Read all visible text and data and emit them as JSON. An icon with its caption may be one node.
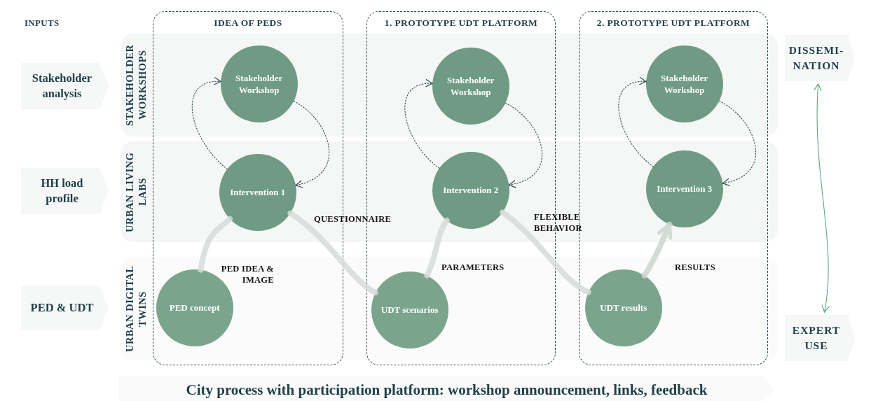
{
  "diagram": {
    "nodes": [
      {
        "text": [
          "Stakeholder analysis"
        ]
      },
      {
        "text": [
          "HH load profile"
        ]
      },
      {
        "text": [
          "PED & UDT"
        ]
      },
      {
        "text": [
          "STAKEHOLDER WORKSHOPS"
        ]
      },
      {
        "text": [
          "URBAN LIVING LABS"
        ]
      },
      {
        "text": [
          "URBAN DIGITAL TWINS"
        ]
      },
      {
        "text": [
          "IDEA OF PEDS"
        ]
      },
      {
        "text": [
          "1. PROTOTYPE UDT PLATFORM"
        ]
      },
      {
        "text": [
          "2. PROTOTYPE UDT PLATFORM"
        ]
      },
      {
        "text": [
          "Stakeholder Workshop"
        ],
        "in": 6
      },
      {
        "text": [
          "Intervention 1"
        ],
        "in": 6
      },
      {
        "text": [
          "PED concept"
        ],
        "in": 6
      },
      {
        "text": [
          "Stakeholder Workshop"
        ],
        "in": 7
      },
      {
        "text": [
          "Intervention 2"
        ],
        "in": 7
      },
      {
        "text": [
          "UDT scenarios"
        ],
        "in": 7
      },
      {
        "text": [
          "Stakeholder Workshop"
        ],
        "in": 8
      },
      {
        "text": [
          "Intervention 3"
        ],
        "in": 8
      },
      {
        "text": [
          "UDT results"
        ],
        "in": 8
      },
      {
        "text": [
          "DISSEMI- NATION"
        ]
      },
      {
        "text": [
          "EXPERT USE"
        ]
      },
      {
        "text": [
          "City process with participation platform: workshop announcement, links, feedback"
        ]
      }
    ],
    "edges": [
      {
        "from": 10,
        "to": 9,
        "arrow": "to",
        "style": "dashed"
      },
      {
        "from": 9,
        "to": 10,
        "arrow": "to",
        "style": "dashed"
      },
      {
        "from": 13,
        "to": 12,
        "arrow": "to",
        "style": "dashed"
      },
      {
        "from": 12,
        "to": 13,
        "arrow": "to",
        "style": "dashed"
      },
      {
        "from": 16,
        "to": 15,
        "arrow": "to",
        "style": "dashed"
      },
      {
        "from": 15,
        "to": 16,
        "arrow": "to",
        "style": "dashed"
      },
      {
        "from": 11,
        "to": 10,
        "arrow": "none",
        "label": "PED IDEA & IMAGE",
        "style": "thick",
        "color": "#d6dbd8"
      },
      {
        "from": 10,
        "to": 14,
        "arrow": "none",
        "label": "QUESTIONNAIRE",
        "style": "thick",
        "color": "#d6dbd8"
      },
      {
        "from": 14,
        "to": 13,
        "arrow": "none",
        "label": "PARAMETERS",
        "style": "thick",
        "color": "#d6dbd8"
      },
      {
        "from": 13,
        "to": 17,
        "arrow": "none",
        "label": "FLEXIBLE BEHAVIOR",
        "style": "thick",
        "color": "#d6dbd8"
      },
      {
        "from": 17,
        "to": 16,
        "arrow": "to",
        "label": "RESULTS",
        "style": "thick",
        "color": "#cbd7cf"
      },
      {
        "from": 18,
        "to": 19,
        "arrow": "both",
        "color": "#5aa77f"
      }
    ],
    "labels": [
      "INPUTS"
    ]
  }
}
